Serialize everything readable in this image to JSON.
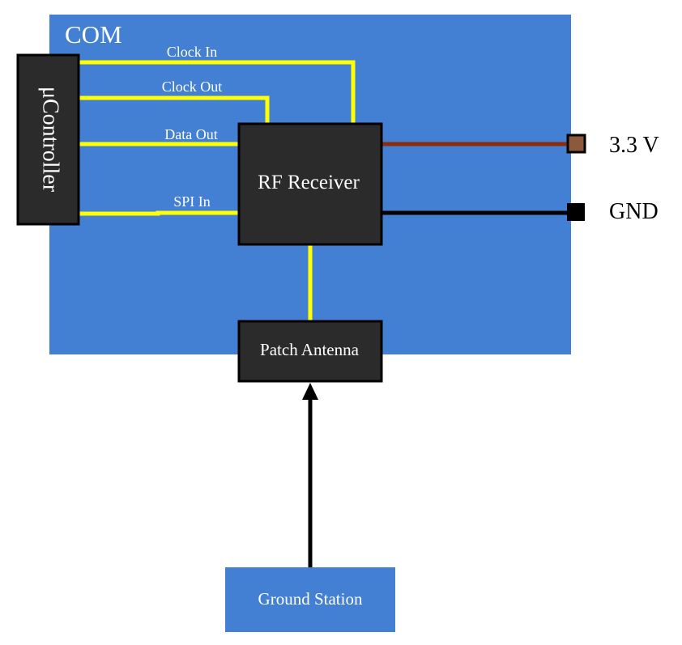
{
  "com_block": {
    "label": "COM",
    "fill": "#4380d3"
  },
  "microcontroller": {
    "label": "μController"
  },
  "rf_receiver": {
    "label": "RF Receiver"
  },
  "patch_antenna": {
    "label": "Patch Antenna"
  },
  "ground_station": {
    "label": "Ground Station",
    "fill": "#4380d3"
  },
  "signals": {
    "clock_in": "Clock In",
    "clock_out": "Clock Out",
    "data_out": "Data Out",
    "spi_in": "SPI In"
  },
  "power": {
    "vcc_label": "3.3 V",
    "vcc_color": "#8b2c0f",
    "gnd_label": "GND",
    "gnd_color": "#000000"
  },
  "colors": {
    "box_fill": "#2b2b2b",
    "signal_wire": "#ffff00",
    "label_light": "#ffffff"
  }
}
